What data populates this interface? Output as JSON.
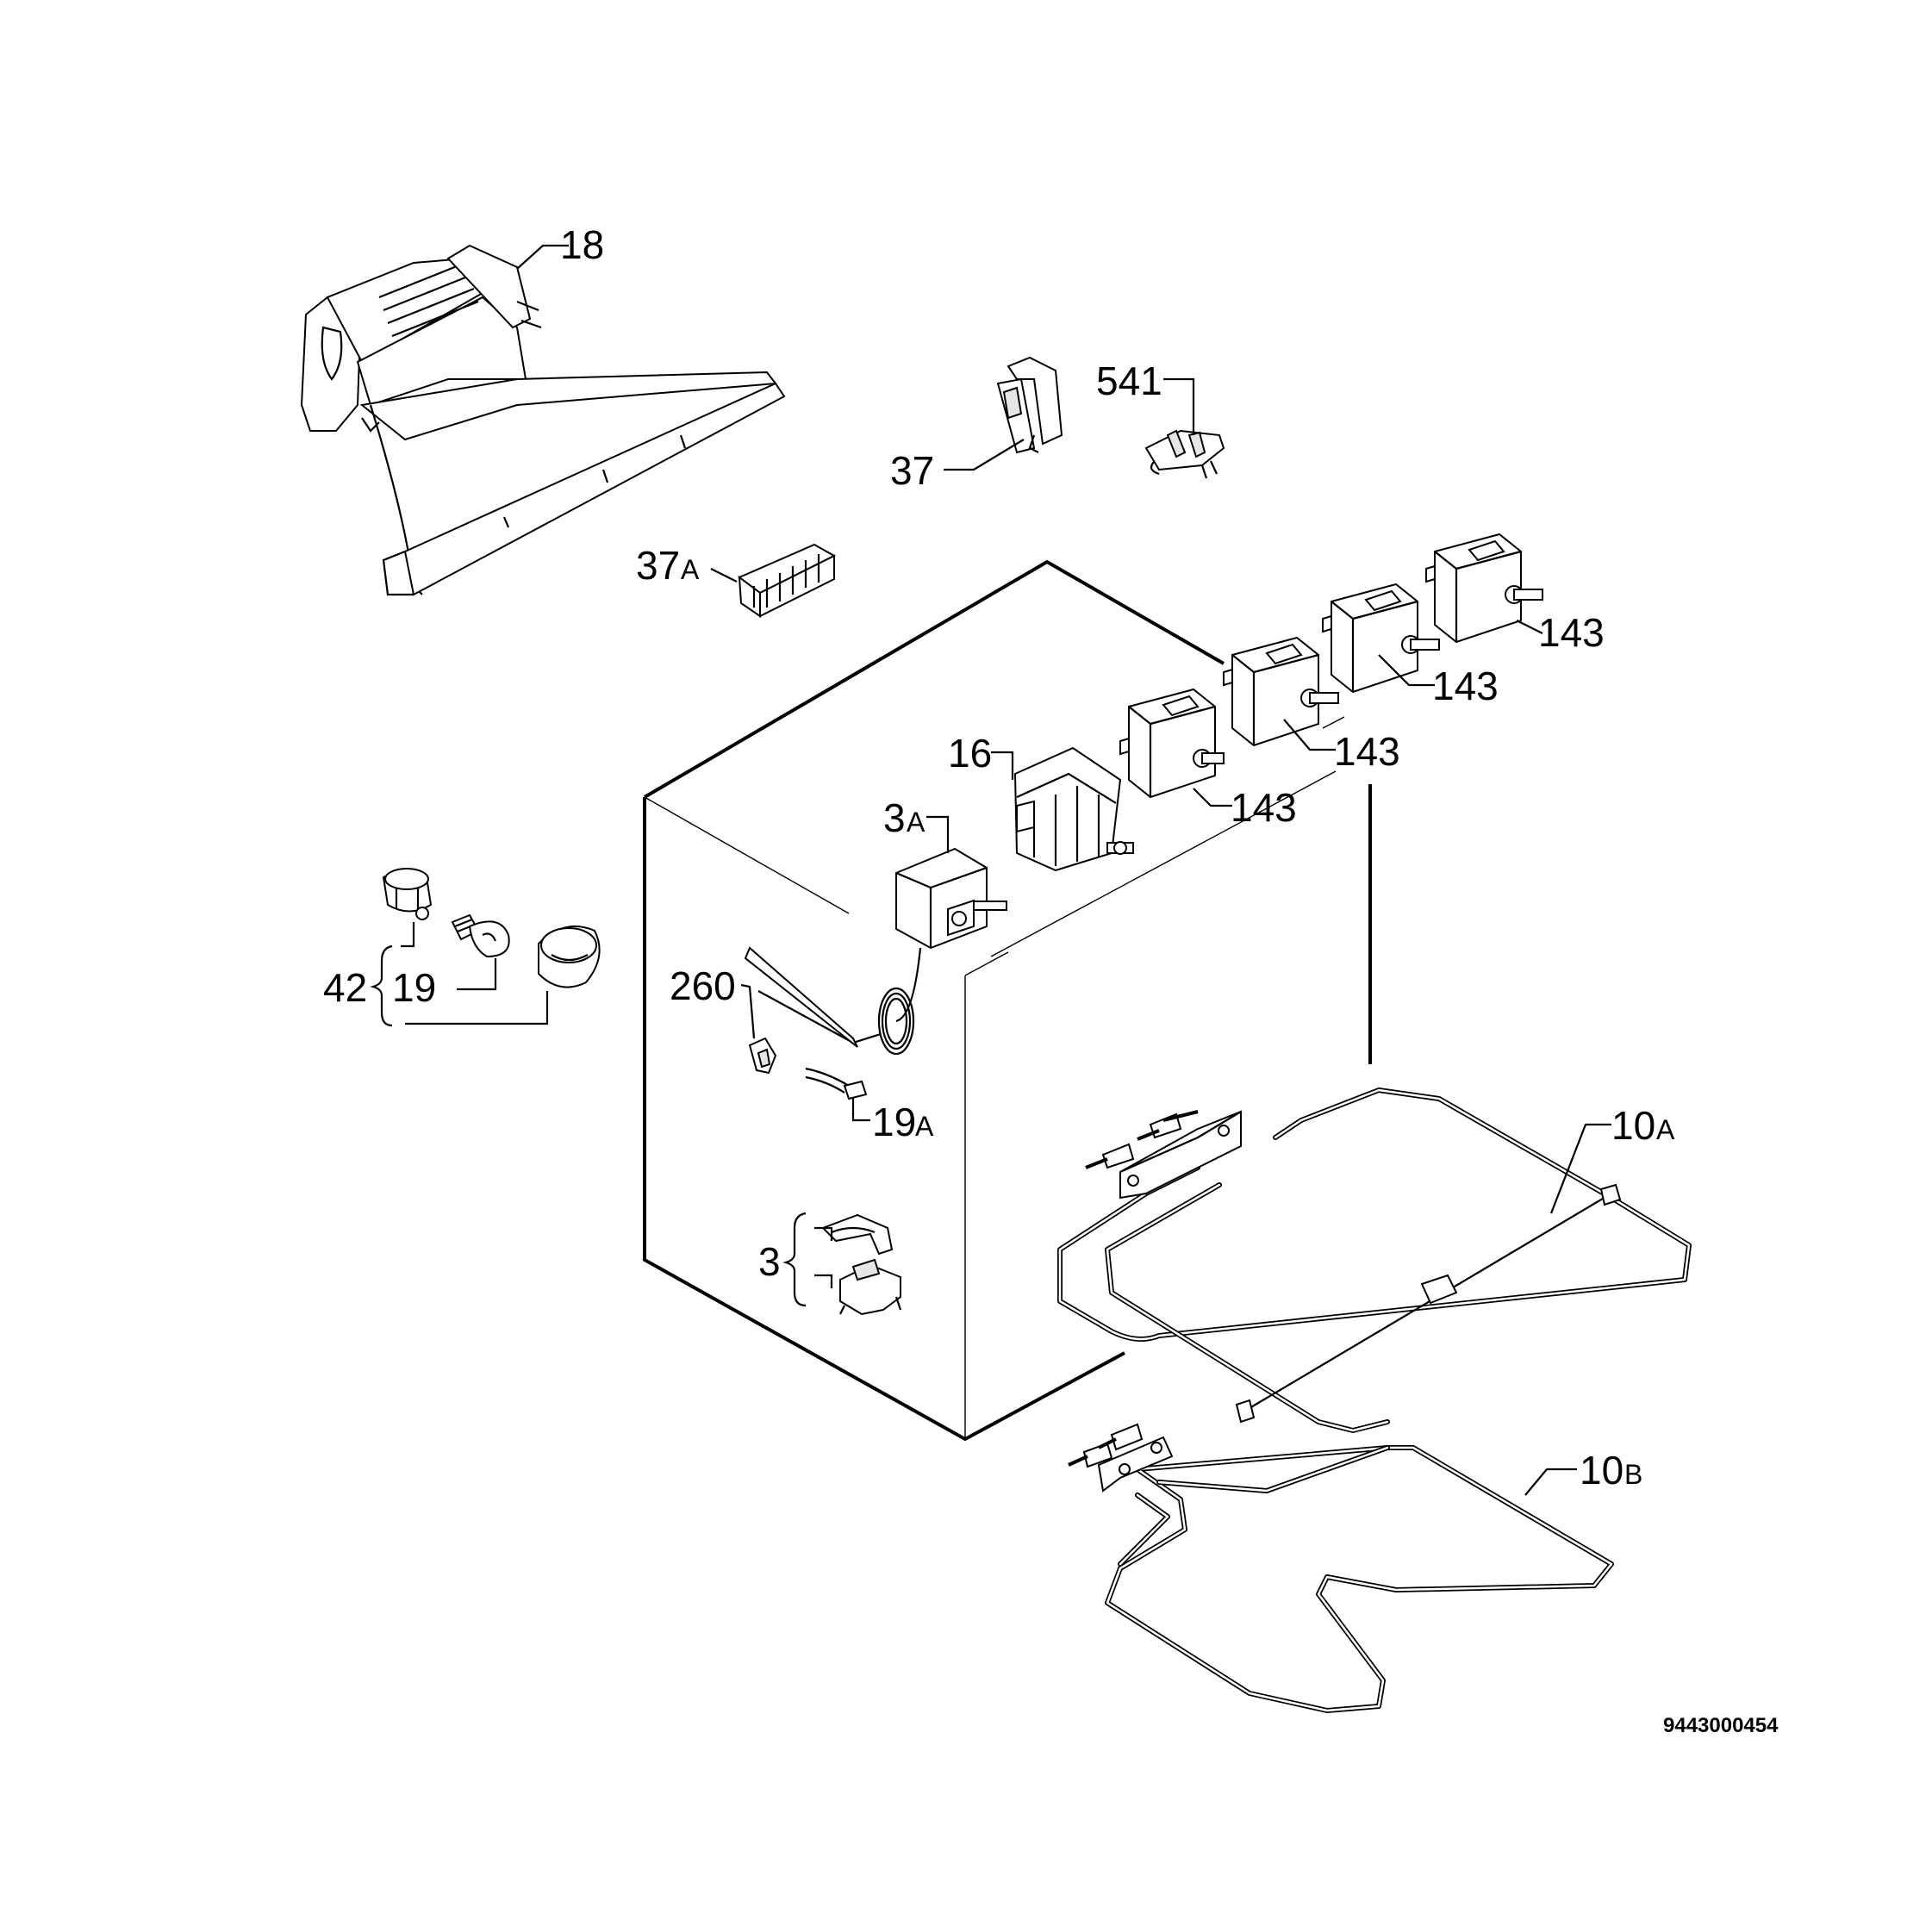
{
  "labels": {
    "l18": "18",
    "l541": "541",
    "l37": "37",
    "l37a_num": "37",
    "l37a_suf": "A",
    "l143_1": "143",
    "l143_2": "143",
    "l143_3": "143",
    "l143_4": "143",
    "l16": "16",
    "l3a_num": "3",
    "l3a_suf": "A",
    "l42": "42",
    "l19": "19",
    "l260": "260",
    "l19a_num": "19",
    "l19a_suf": "A",
    "l10a_num": "10",
    "l10a_suf": "A",
    "l3": "3",
    "l10b_num": "10",
    "l10b_suf": "B"
  },
  "drawing_code": "9443000454"
}
